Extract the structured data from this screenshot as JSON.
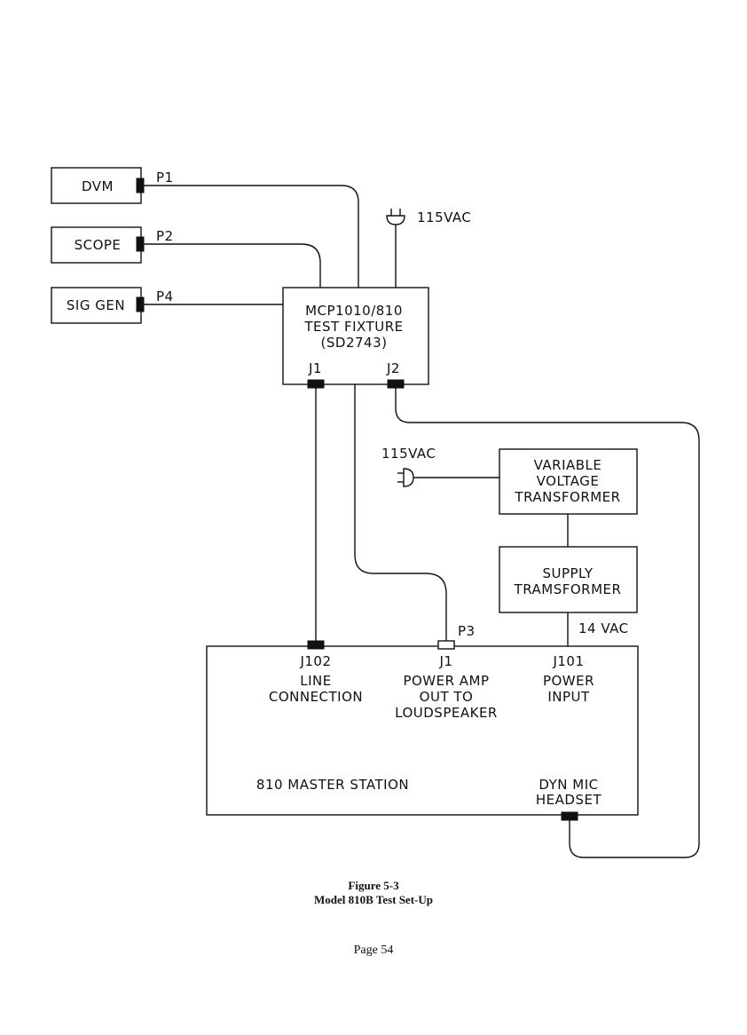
{
  "instruments": {
    "dvm": "DVM",
    "scope": "SCOPE",
    "sig_gen": "SIG GEN",
    "p1": "P1",
    "p2": "P2",
    "p4": "P4"
  },
  "power_top": {
    "label": "115VAC"
  },
  "fixture": {
    "line1": "MCP1010/810",
    "line2": "TEST FIXTURE",
    "line3": "(SD2743)",
    "j1": "J1",
    "j2": "J2"
  },
  "power_mid": {
    "label": "115VAC"
  },
  "variable_transformer": {
    "line1": "VARIABLE",
    "line2": "VOLTAGE",
    "line3": "TRANSFORMER"
  },
  "supply_transformer": {
    "line1": "SUPPLY",
    "line2": "TRAMSFORMER"
  },
  "vac_label": "14  VAC",
  "p3": "P3",
  "master": {
    "j102": "J102",
    "line_conn_1": "LINE",
    "line_conn_2": "CONNECTION",
    "j1": "J1",
    "amp_1": "POWER  AMP",
    "amp_2": "OUT  TO",
    "amp_3": "LOUDSPEAKER",
    "j101": "J101",
    "power_1": "POWER",
    "power_2": "INPUT",
    "title": "810  MASTER  STATION",
    "mic_1": "DYN  MIC",
    "mic_2": "HEADSET"
  },
  "caption": {
    "figure": "Figure 5-3",
    "title": "Model 810B Test Set-Up",
    "page": "Page 54"
  }
}
